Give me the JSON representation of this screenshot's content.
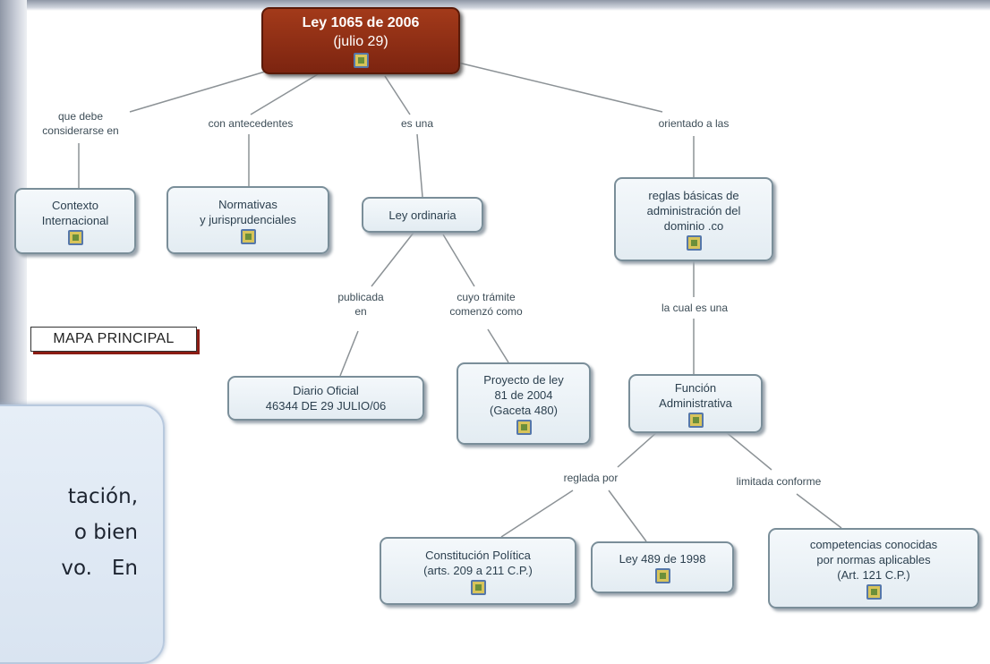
{
  "root": {
    "title": "Ley 1065 de 2006",
    "subtitle": "(julio 29)"
  },
  "link_labels": {
    "considerar": "que debe\nconsiderarse en",
    "antecedentes": "con antecedentes",
    "es_una": "es una",
    "orientado": "orientado a las",
    "publicada": "publicada\nen",
    "tramite": "cuyo trámite\ncomenzó como",
    "cual": "la cual es una",
    "reglada": "reglada por",
    "limitada": "limitada conforme"
  },
  "nodes": {
    "contexto": "Contexto\nInternacional",
    "normativas": "Normativas\ny jurisprudenciales",
    "ley_ordinaria": "Ley ordinaria",
    "reglas": "reglas básicas de\nadministración del\ndominio .co",
    "diario": "Diario Oficial\n46344 DE 29 JULIO/06",
    "proyecto": "Proyecto de ley\n81 de 2004\n(Gaceta 480)",
    "funcion": "Función\nAdministrativa",
    "constitucion": "Constitución Política\n(arts. 209 a 211 C.P.)",
    "ley489": "Ley 489 de 1998",
    "competencias": "competencias conocidas\npor normas aplicables\n(Art. 121 C.P.)"
  },
  "mapa_button": "MAPA PRINCIPAL",
  "callout_lines": [
    "tación,",
    "o bien",
    "vo.   En"
  ]
}
